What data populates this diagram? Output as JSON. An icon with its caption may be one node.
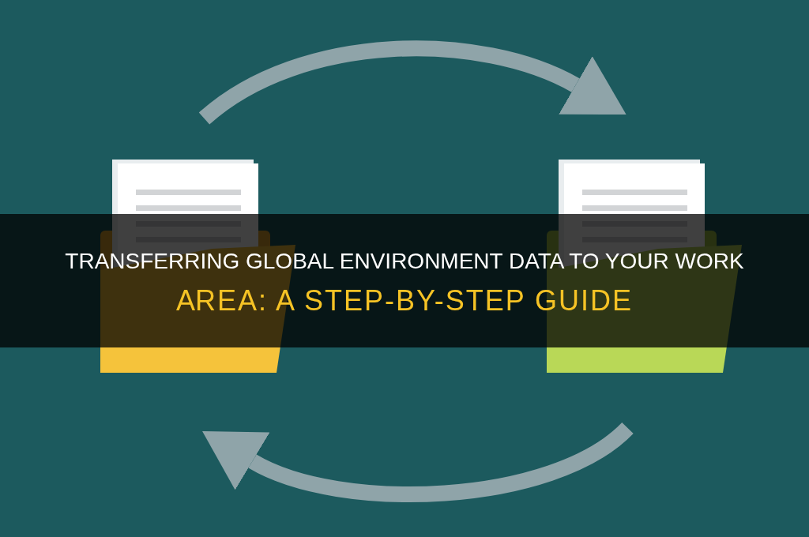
{
  "diagram": {
    "title": "TRANSFERRING GLOBAL ENVIRONMENT DATA TO YOUR WORK AREA: A STEP-BY-STEP GUIDE",
    "nodes": [
      {
        "text": [],
        "shape": "folder"
      },
      {
        "text": [],
        "shape": "folder"
      }
    ],
    "edges": [
      {
        "from": 0,
        "to": 1,
        "arrow": "to"
      },
      {
        "from": 1,
        "to": 0,
        "arrow": "to"
      }
    ]
  }
}
